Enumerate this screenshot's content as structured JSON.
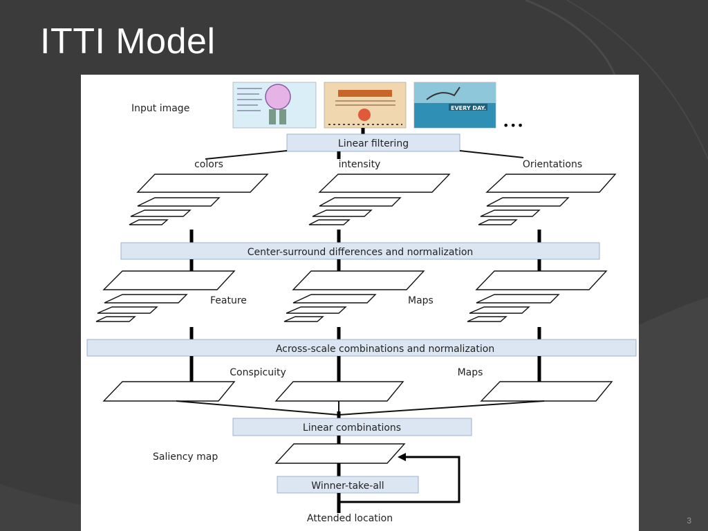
{
  "slide": {
    "title": "ITTI Model",
    "page_number": "3"
  },
  "diagram": {
    "input_label": "Input image",
    "input_thumbnails": [
      {
        "name": "poster-figure-thumbnail",
        "accent": "#8fd0e8"
      },
      {
        "name": "poster-text-thumbnail",
        "accent": "#e8a860"
      },
      {
        "name": "poster-sea-thumbnail",
        "accent": "#3aa0c0",
        "caption": "EVERY DAY."
      }
    ],
    "ellipsis": "•••",
    "stage_linear_filtering": "Linear filtering",
    "channels": [
      "colors",
      "intensity",
      "Orientations"
    ],
    "stage_center_surround": "Center-surround differences and normalization",
    "feature_maps_label_1": "Feature",
    "feature_maps_label_2": "Maps",
    "stage_across_scale": "Across-scale combinations and normalization",
    "conspicuity_label_1": "Conspicuity",
    "conspicuity_label_2": "Maps",
    "stage_linear_combinations": "Linear combinations",
    "saliency_label": "Saliency map",
    "stage_wta": "Winner-take-all",
    "output_label": "Attended location"
  },
  "colors": {
    "slide_background": "#3b3b3b",
    "stage_box_fill": "#dce6f2",
    "stage_box_border": "#9bb3cf"
  }
}
